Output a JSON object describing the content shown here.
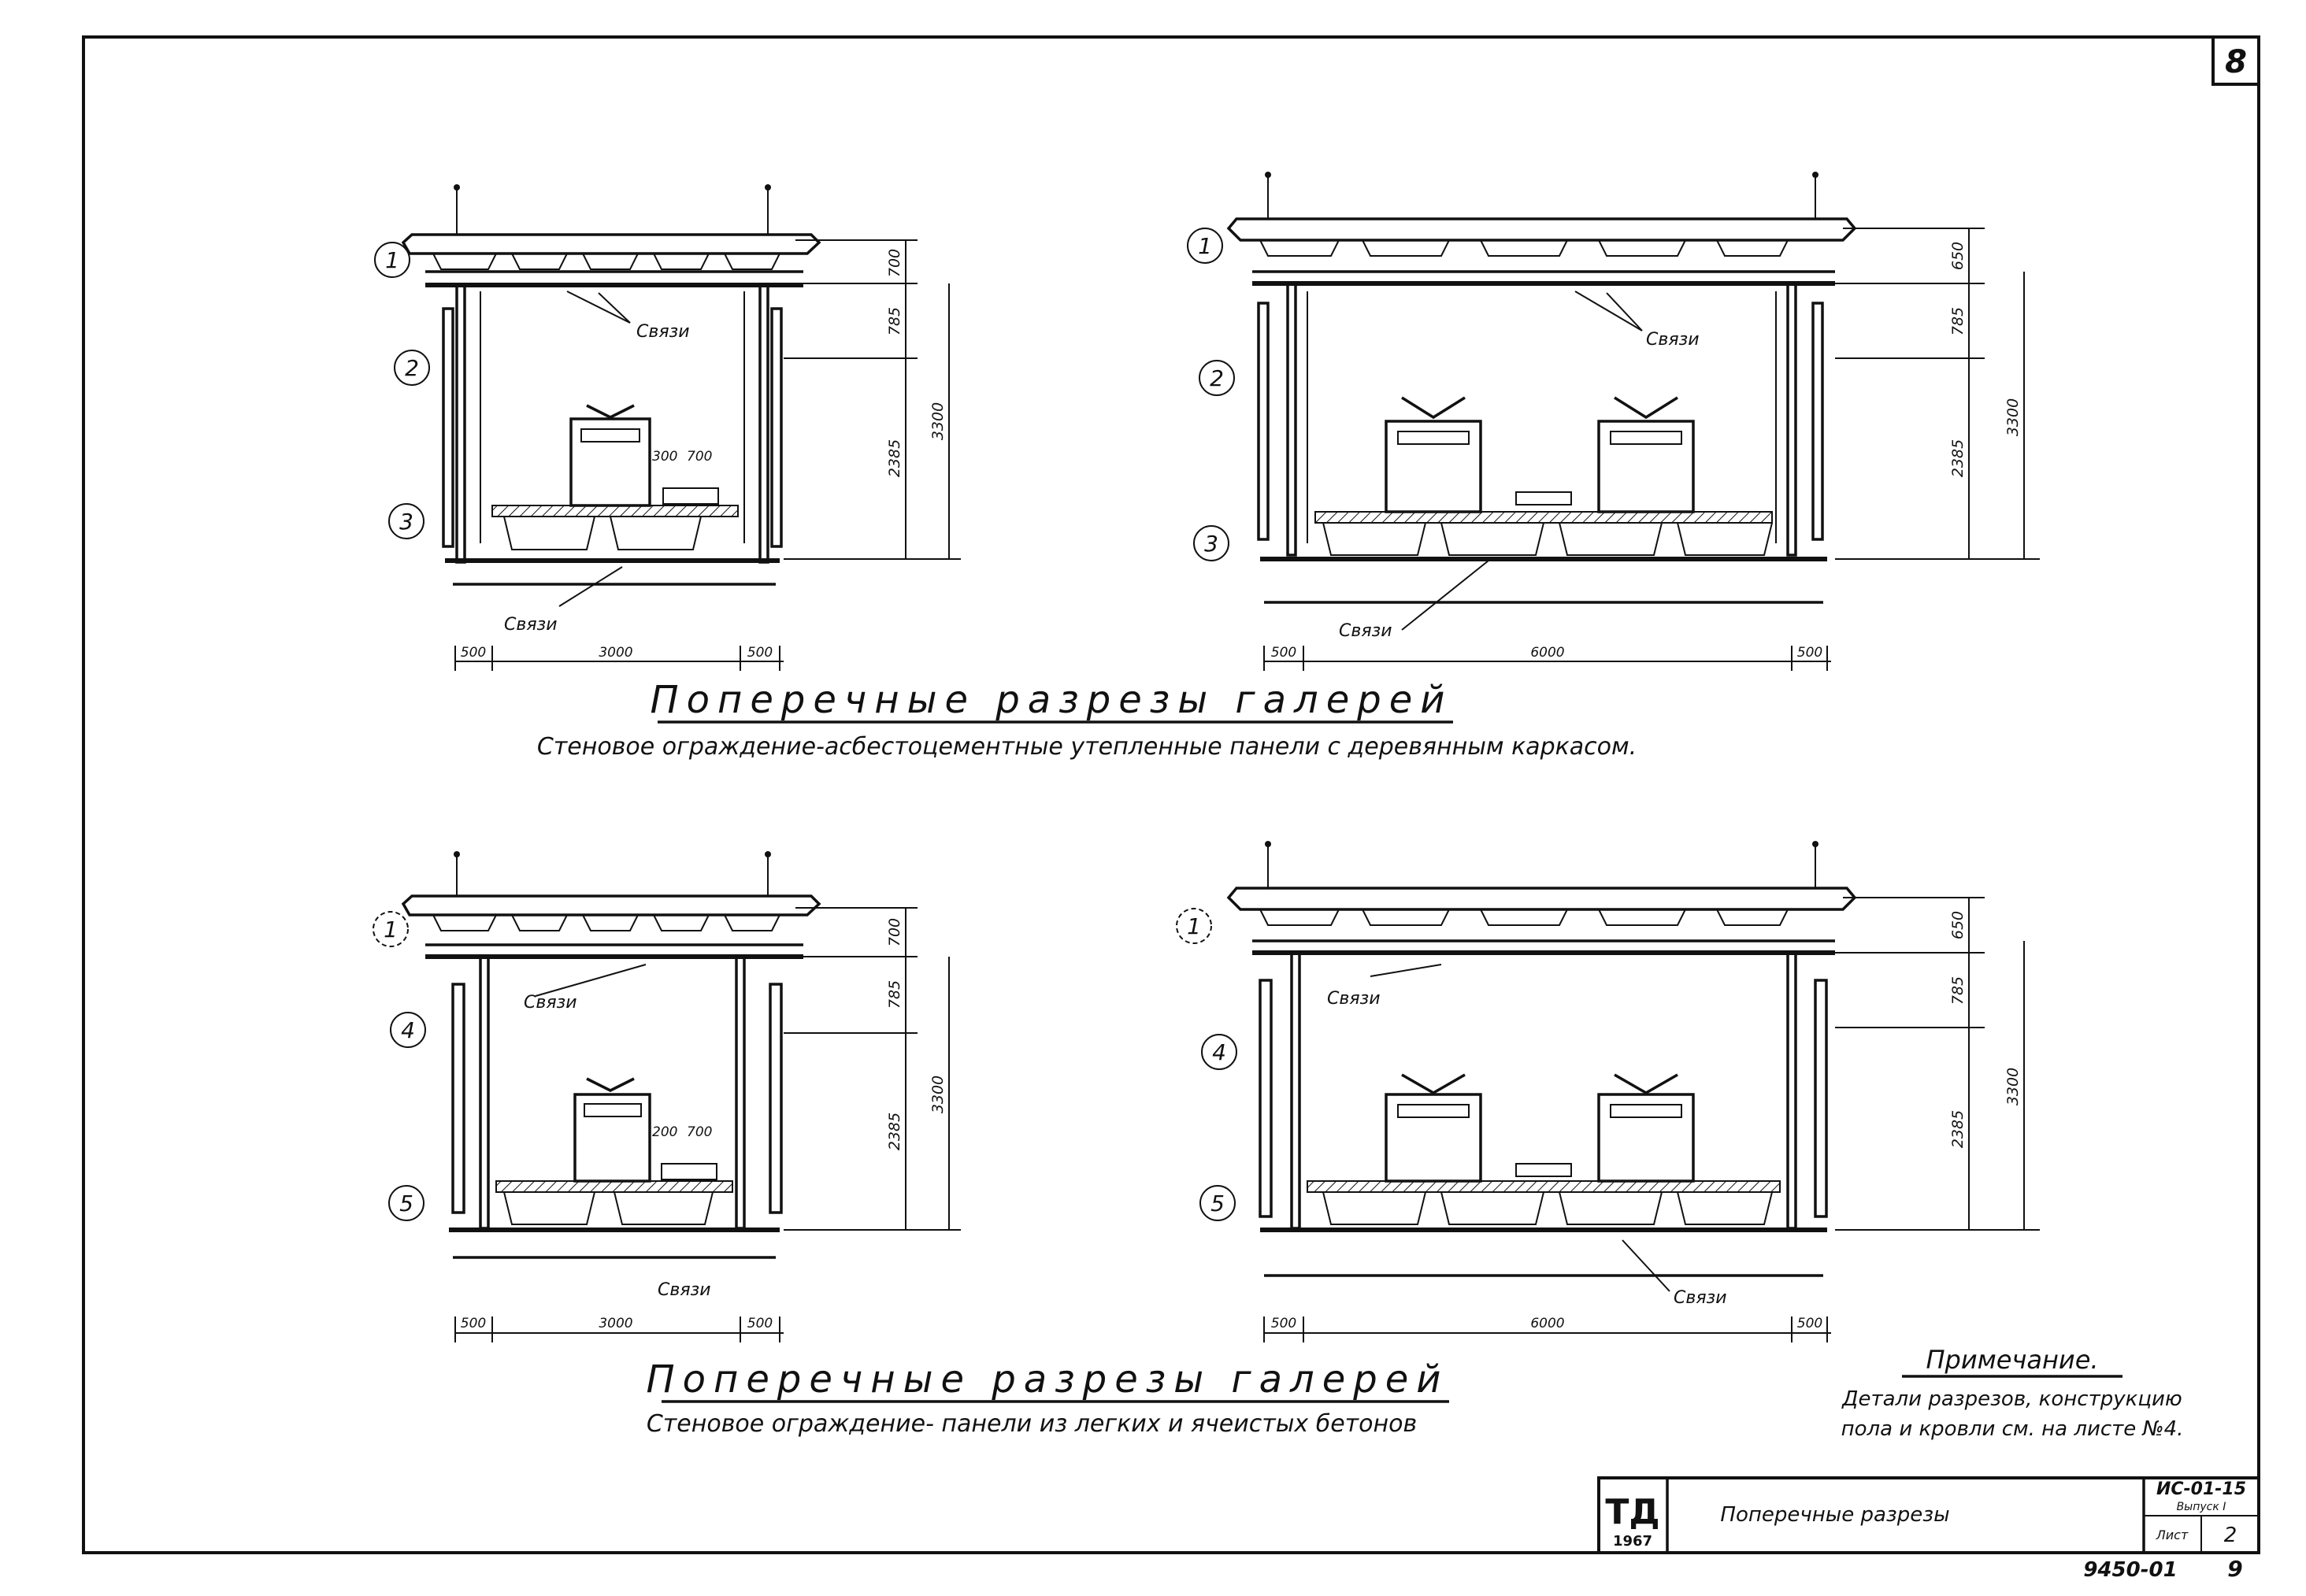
{
  "sheet": {
    "number": "8"
  },
  "sections": [
    {
      "id": "top-narrow",
      "callouts": [
        "1",
        "2",
        "3"
      ],
      "labels": {
        "bracing_top": "Связи",
        "bracing_bottom": "Связи",
        "equipment_gap": "300",
        "equipment_width": "700"
      },
      "dims_horizontal": [
        "500",
        "3000",
        "500"
      ],
      "dims_vertical": [
        "700",
        "785",
        "2385",
        "3300"
      ]
    },
    {
      "id": "top-wide",
      "callouts": [
        "1",
        "2",
        "3"
      ],
      "labels": {
        "bracing_top": "Связи",
        "bracing_bottom": "Связи"
      },
      "dims_horizontal": [
        "500",
        "6000",
        "500"
      ],
      "dims_vertical": [
        "650",
        "785",
        "2385",
        "3300"
      ]
    },
    {
      "id": "bottom-narrow",
      "callouts": [
        "1",
        "4",
        "5"
      ],
      "labels": {
        "bracing_top": "Связи",
        "bracing_bottom": "Связи",
        "equipment_gap": "200",
        "equipment_width": "700"
      },
      "dims_horizontal": [
        "500",
        "3000",
        "500"
      ],
      "dims_vertical": [
        "700",
        "785",
        "2385",
        "3300"
      ]
    },
    {
      "id": "bottom-wide",
      "callouts": [
        "1",
        "4",
        "5"
      ],
      "labels": {
        "bracing_top": "Связи",
        "bracing_bottom": "Связи"
      },
      "dims_horizontal": [
        "500",
        "6000",
        "500"
      ],
      "dims_vertical": [
        "650",
        "785",
        "2385",
        "3300"
      ]
    }
  ],
  "captions": {
    "top_title": "Поперечные разрезы галерей",
    "top_subtitle": "Стеновое ограждение-асбестоцементные утепленные панели с деревянным каркасом.",
    "bottom_title": "Поперечные разрезы галерей",
    "bottom_subtitle": "Стеновое ограждение- панели из легких и ячеистых бетонов"
  },
  "note": {
    "heading": "Примечание.",
    "line1": "Детали разрезов, конструкцию",
    "line2": "пола и кровли см. на листе №4."
  },
  "title_block": {
    "org": "ТД",
    "year": "1967",
    "drawing_title": "Поперечные разрезы",
    "code": "ИС-01-15",
    "issue": "Выпуск I",
    "sheet_label": "Лист",
    "sheet_value": "2"
  },
  "footer": {
    "archive": "9450-01",
    "page": "9"
  }
}
